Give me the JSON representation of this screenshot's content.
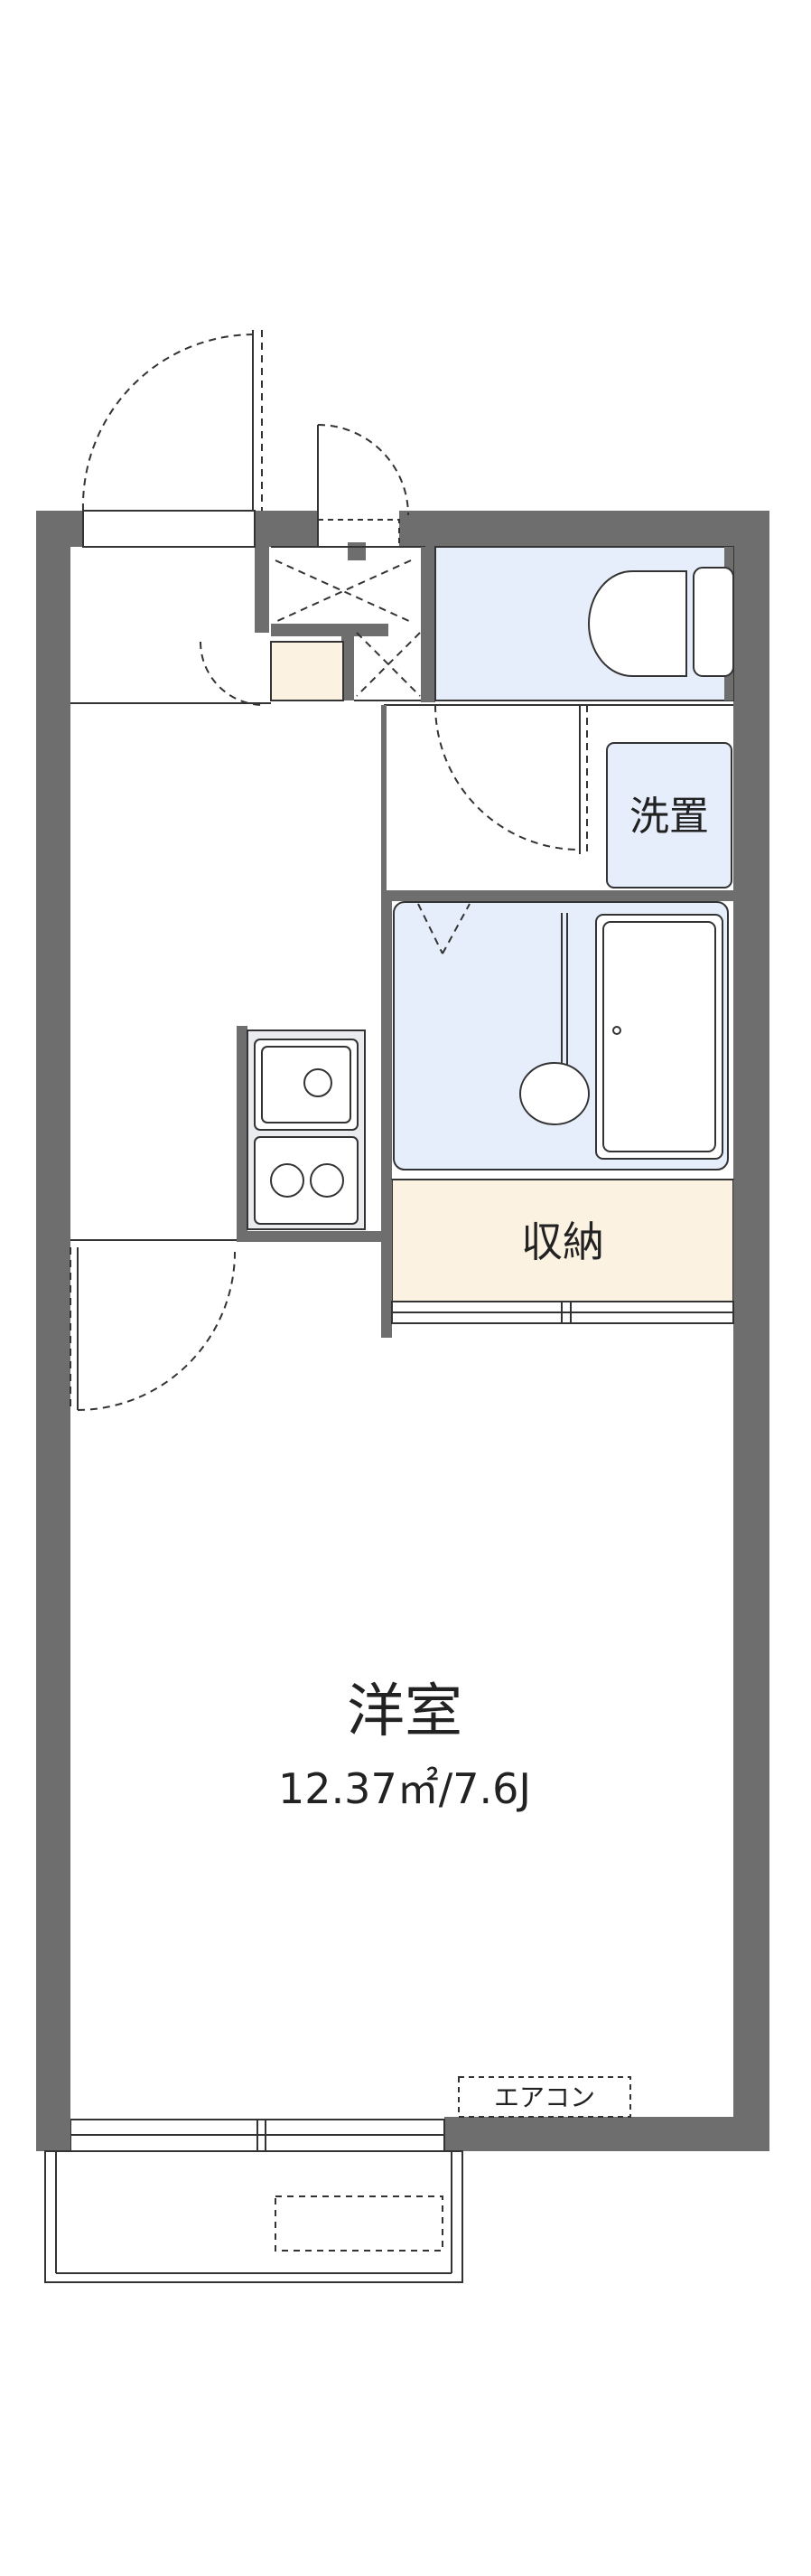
{
  "rooms": {
    "washroom_label": "洗置",
    "storage_label": "収納",
    "main_room_label": "洋室",
    "main_room_area": "12.37㎡/7.6J"
  },
  "fixtures": {
    "aircon_label": "エアコン"
  },
  "colors": {
    "wall": "#6e6e6f",
    "wet_area": "#e6edfb",
    "storage": "#fcf2e2",
    "line": "#333333"
  }
}
